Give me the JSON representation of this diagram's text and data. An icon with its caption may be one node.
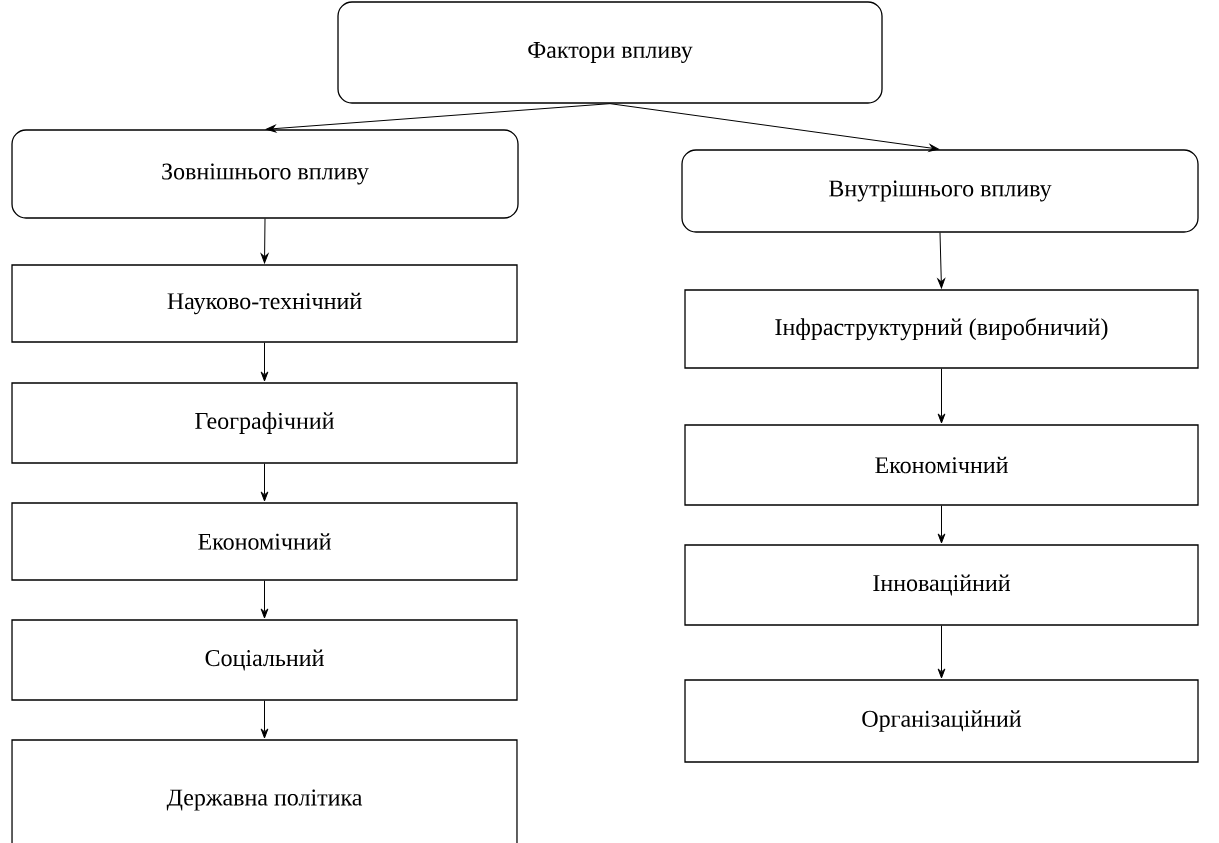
{
  "diagram": {
    "nodes": [
      {
        "text": [
          "Фактори впливу"
        ]
      },
      {
        "text": [
          "Зовнішнього впливу"
        ]
      },
      {
        "text": [
          "Внутрішнього впливу"
        ]
      },
      {
        "text": [
          "Науково-технічний"
        ]
      },
      {
        "text": [
          "Географічний"
        ]
      },
      {
        "text": [
          "Економічний"
        ]
      },
      {
        "text": [
          "Соціальний"
        ]
      },
      {
        "text": [
          "Державна політика"
        ]
      },
      {
        "text": [
          "Інфраструктурний (виробничий)"
        ]
      },
      {
        "text": [
          "Економічний"
        ]
      },
      {
        "text": [
          "Інноваційний"
        ]
      },
      {
        "text": [
          "Організаційний"
        ]
      }
    ],
    "edges": [
      {
        "from": 0,
        "to": 1,
        "arrow": "to"
      },
      {
        "from": 0,
        "to": 2,
        "arrow": "to"
      },
      {
        "from": 1,
        "to": 3,
        "arrow": "to"
      },
      {
        "from": 3,
        "to": 4,
        "arrow": "to"
      },
      {
        "from": 4,
        "to": 5,
        "arrow": "to"
      },
      {
        "from": 5,
        "to": 6,
        "arrow": "to"
      },
      {
        "from": 6,
        "to": 7,
        "arrow": "to"
      },
      {
        "from": 2,
        "to": 8,
        "arrow": "to"
      },
      {
        "from": 8,
        "to": 9,
        "arrow": "to"
      },
      {
        "from": 9,
        "to": 10,
        "arrow": "to"
      },
      {
        "from": 10,
        "to": 11,
        "arrow": "to"
      }
    ]
  }
}
